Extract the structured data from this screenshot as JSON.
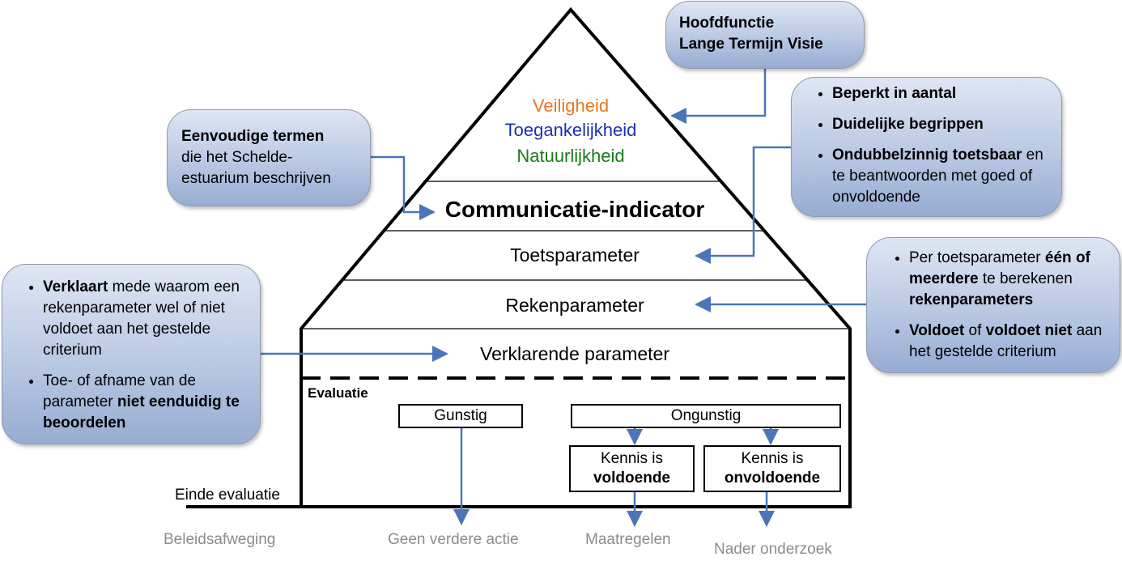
{
  "pyramid": {
    "top_values": [
      "Veiligheid",
      "Toegankelijkheid",
      "Natuurlijkheid"
    ],
    "top_colors": [
      "#e87722",
      "#1f2fb5",
      "#1a7a1a"
    ],
    "communicatie": "Communicatie-indicator",
    "toets": "Toetsparameter",
    "reken": "Rekenparameter",
    "verklarende": "Verklarende parameter",
    "evaluatie_label": "Evaluatie",
    "einde_label": "Einde evaluatie"
  },
  "evaluation": {
    "gunstig": "Gunstig",
    "ongunstig": "Ongunstig",
    "kennis_voldoende_line1": "Kennis is",
    "kennis_voldoende_line2": "voldoende",
    "kennis_onvoldoende_line1": "Kennis is",
    "kennis_onvoldoende_line2": "onvoldoende"
  },
  "outcomes": {
    "beleid": "Beleidsafweging",
    "geen_actie": "Geen verdere actie",
    "maatregelen": "Maatregelen",
    "nader": "Nader onderzoek"
  },
  "callouts": {
    "hoofdfunctie": {
      "line1": "Hoofdfunctie",
      "line2": "Lange Termijn Visie"
    },
    "eenvoudig": {
      "bold": "Eenvoudige termen",
      "rest": "die het Schelde-estuarium beschrijven"
    },
    "beperkt": {
      "b1": "Beperkt in aantal",
      "b2": "Duidelijke begrippen",
      "b3_bold": "Ondubbelzinnig toetsbaar",
      "b3_rest": "en te beantwoorden met goed of onvoldoende"
    },
    "per_toets": {
      "b1_a": "Per toetsparameter ",
      "b1_bold1": "één of meerdere",
      "b1_b": " te berekenen ",
      "b1_bold2": "rekenparameters",
      "b2_bold1": "Voldoet",
      "b2_a": " of ",
      "b2_bold2": "voldoet niet",
      "b2_b": " aan het gestelde criterium"
    },
    "verklaart": {
      "b1_bold": "Verklaart",
      "b1_rest": " mede waarom een rekenparameter wel of niet voldoet aan het gestelde criterium",
      "b2_a": "Toe- of afname van de parameter ",
      "b2_bold": "niet eenduidig te beoordelen"
    }
  },
  "colors": {
    "arrow": "#4a76b8",
    "outline": "#000000",
    "callout_fill": "#b9c8e3"
  }
}
